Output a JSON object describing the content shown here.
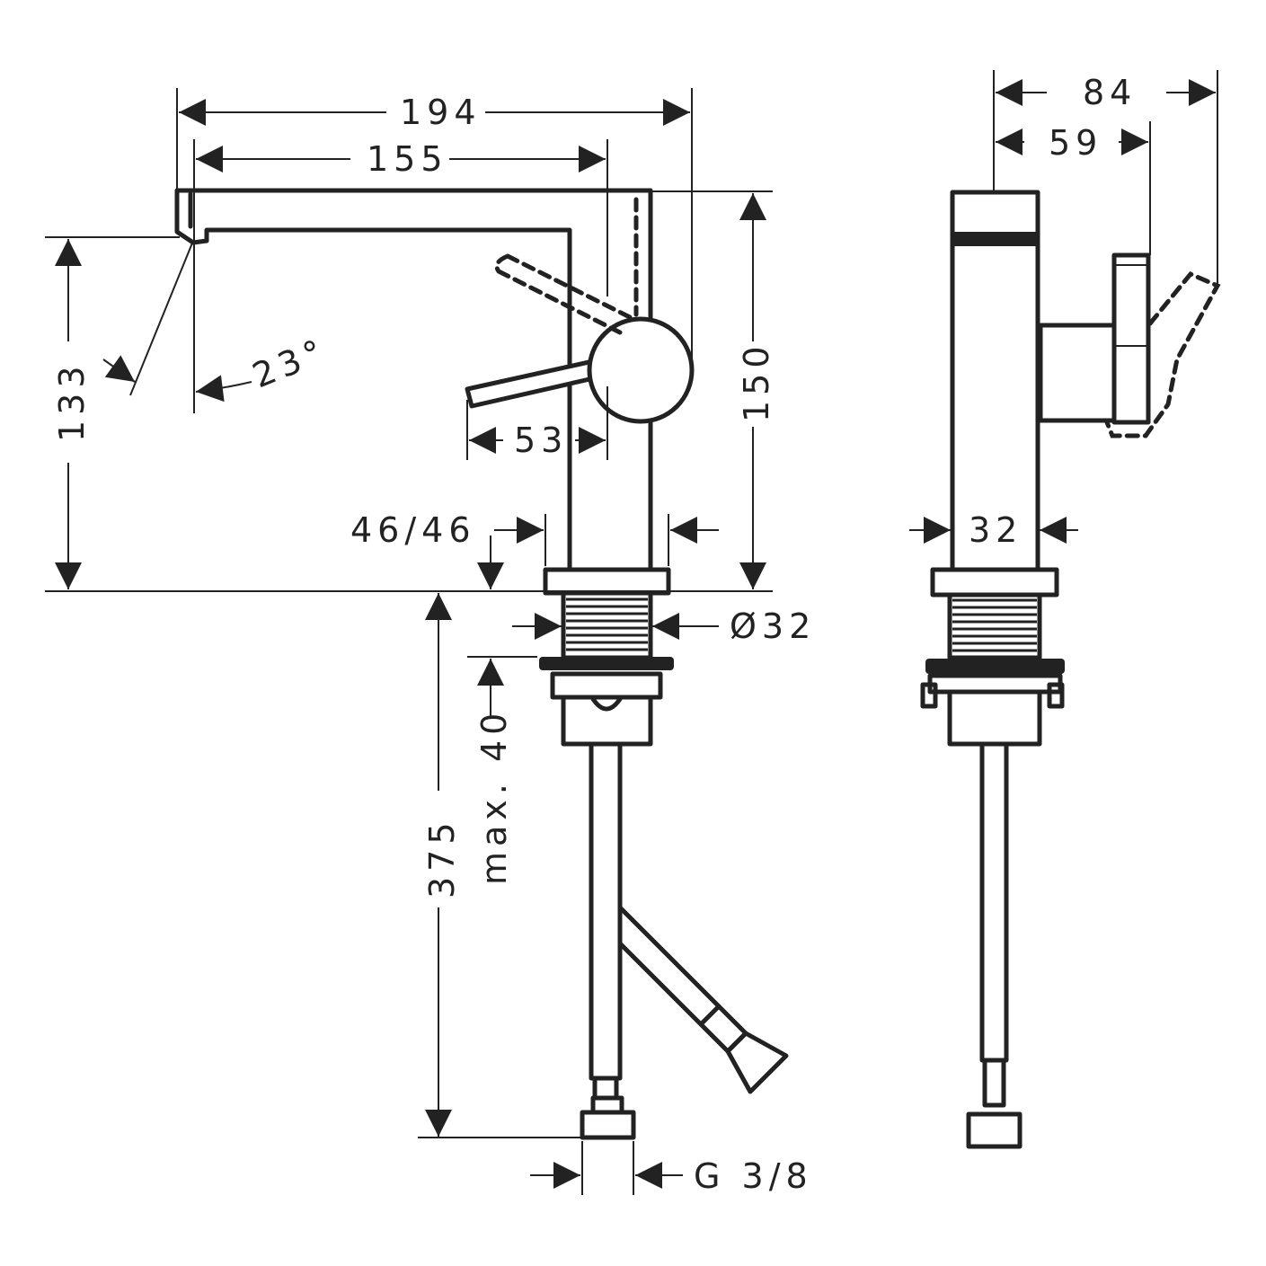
{
  "title": "Basin mixer dimension drawing",
  "front_view": {
    "dimensions": {
      "overall_width": "194",
      "spout_reach": "155",
      "spout_height": "133",
      "spout_angle": "23°",
      "lever_length": "53",
      "overall_height": "150",
      "base_size": "46/46",
      "thread_diameter": "Ø32",
      "hose_length": "375",
      "max_thickness": "max. 40",
      "connection": "G 3/8"
    }
  },
  "side_view": {
    "dimensions": {
      "overall_depth": "84",
      "handle_depth": "59",
      "body_width": "32"
    }
  },
  "colors": {
    "line": "#222222",
    "background": "#ffffff"
  }
}
